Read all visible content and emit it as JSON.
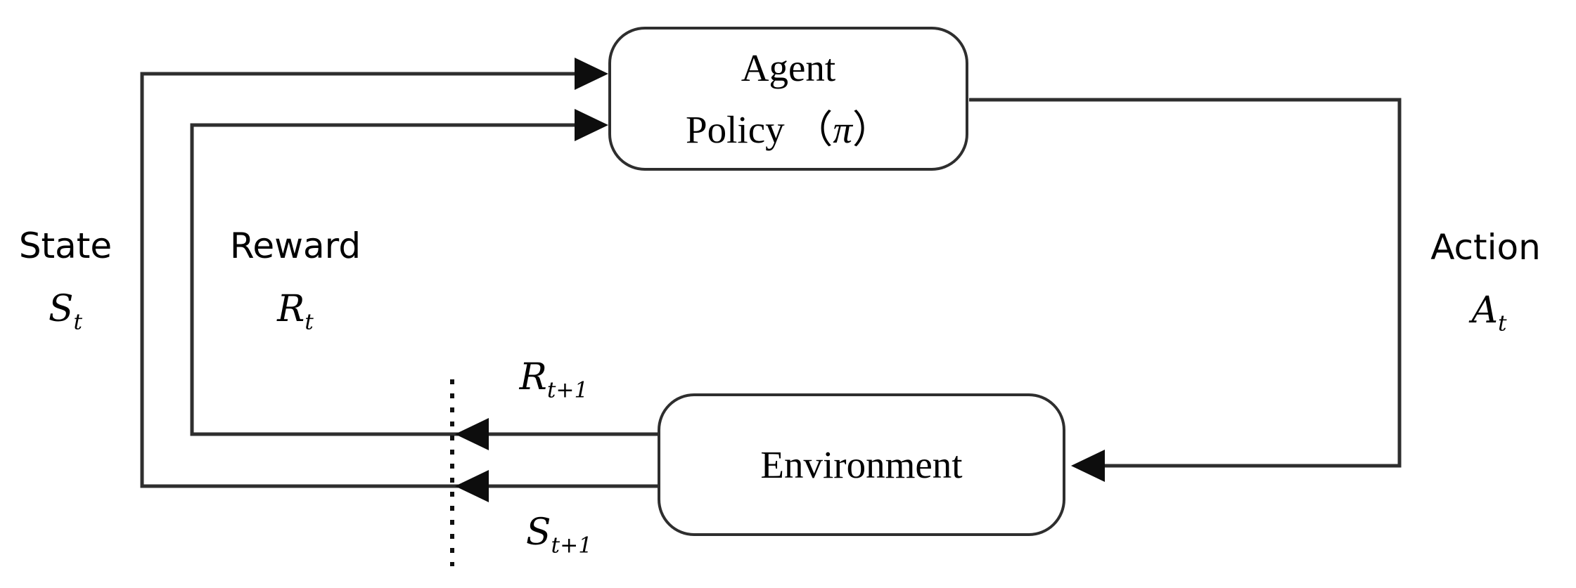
{
  "nodes": {
    "agent": {
      "line1": "Agent",
      "line2_pre": "Policy （",
      "line2_pi": "π",
      "line2_post": "）"
    },
    "environment": {
      "label": "Environment"
    }
  },
  "flows": {
    "state": {
      "word": "State",
      "var_base": "S",
      "var_sub": "t"
    },
    "reward": {
      "word": "Reward",
      "var_base": "R",
      "var_sub": "t"
    },
    "action": {
      "word": "Action",
      "var_base": "A",
      "var_sub": "t"
    },
    "reward_next": {
      "var_base": "R",
      "var_sub": "t+1"
    },
    "state_next": {
      "var_base": "S",
      "var_sub": "t+1"
    }
  },
  "colors": {
    "line": "#2e2e2e",
    "arrowhead": "#0d0d0d",
    "text": "#000000",
    "node_fill": "#ffffff",
    "background": "#ffffff"
  }
}
